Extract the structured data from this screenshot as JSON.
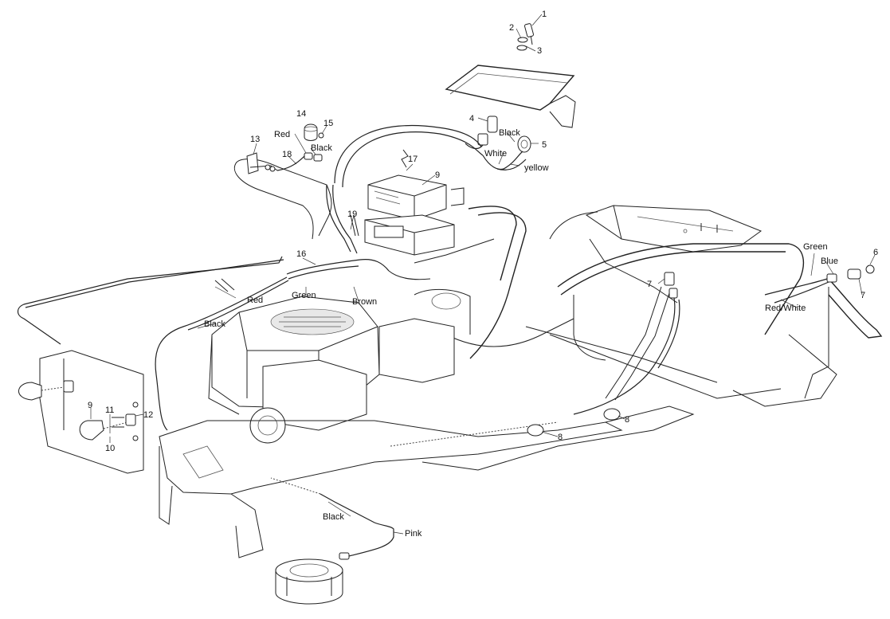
{
  "part_labels": {
    "p1": "1",
    "p2": "2",
    "p3": "3",
    "p4": "4",
    "p5": "5",
    "p6": "6",
    "p7a": "7",
    "p7b": "7",
    "p8a": "8",
    "p8b": "8",
    "p9a": "9",
    "p9b": "9",
    "p10": "10",
    "p11": "11",
    "p12": "12",
    "p13": "13",
    "p14": "14",
    "p15": "15",
    "p16": "16",
    "p17": "17",
    "p18": "18",
    "p19": "19"
  },
  "wire_labels": {
    "black_top": "Black",
    "white": "White",
    "yellow": "yellow",
    "red_top": "Red",
    "black_upper_left": "Black",
    "green_right": "Green",
    "blue": "Blue",
    "red_white": "Red/White",
    "green_center": "Green",
    "brown": "Brown",
    "red_left": "Red",
    "black_left": "Black",
    "black_bottom": "Black",
    "pink": "Pink"
  }
}
